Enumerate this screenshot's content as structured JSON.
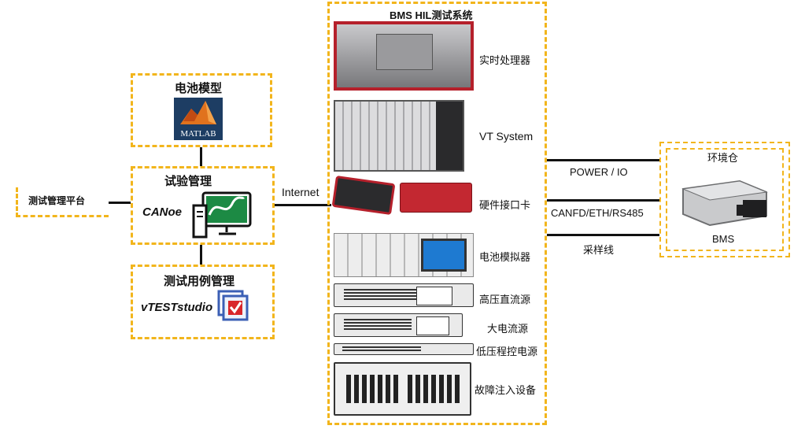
{
  "left": {
    "platform_label": "测试管理平台",
    "battery_model": {
      "title": "电池模型",
      "logo_text": "MATLAB"
    },
    "test_mgmt": {
      "title": "试验管理",
      "tool": "CANoe"
    },
    "case_mgmt": {
      "title": "测试用例管理",
      "tool": "vTESTstudio"
    },
    "link_label": "Internet"
  },
  "hil": {
    "title": "BMS HIL测试系统",
    "devices": [
      {
        "label": "实时处理器"
      },
      {
        "label": "VT System"
      },
      {
        "label": "硬件接口卡"
      },
      {
        "label": "电池模拟器"
      },
      {
        "label": "高压直流源"
      },
      {
        "label": "大电流源"
      },
      {
        "label": "低压程控电源"
      },
      {
        "label": "故障注入设备"
      }
    ]
  },
  "connections": {
    "power_io": "POWER / IO",
    "can": "CANFD/ETH/RS485",
    "sampling": "采样线"
  },
  "env": {
    "title": "环境仓",
    "device": "BMS"
  },
  "colors": {
    "dashed_border": "#f2b51c",
    "rt_red": "#b5202b",
    "screen_blue": "#1e7ad1"
  }
}
